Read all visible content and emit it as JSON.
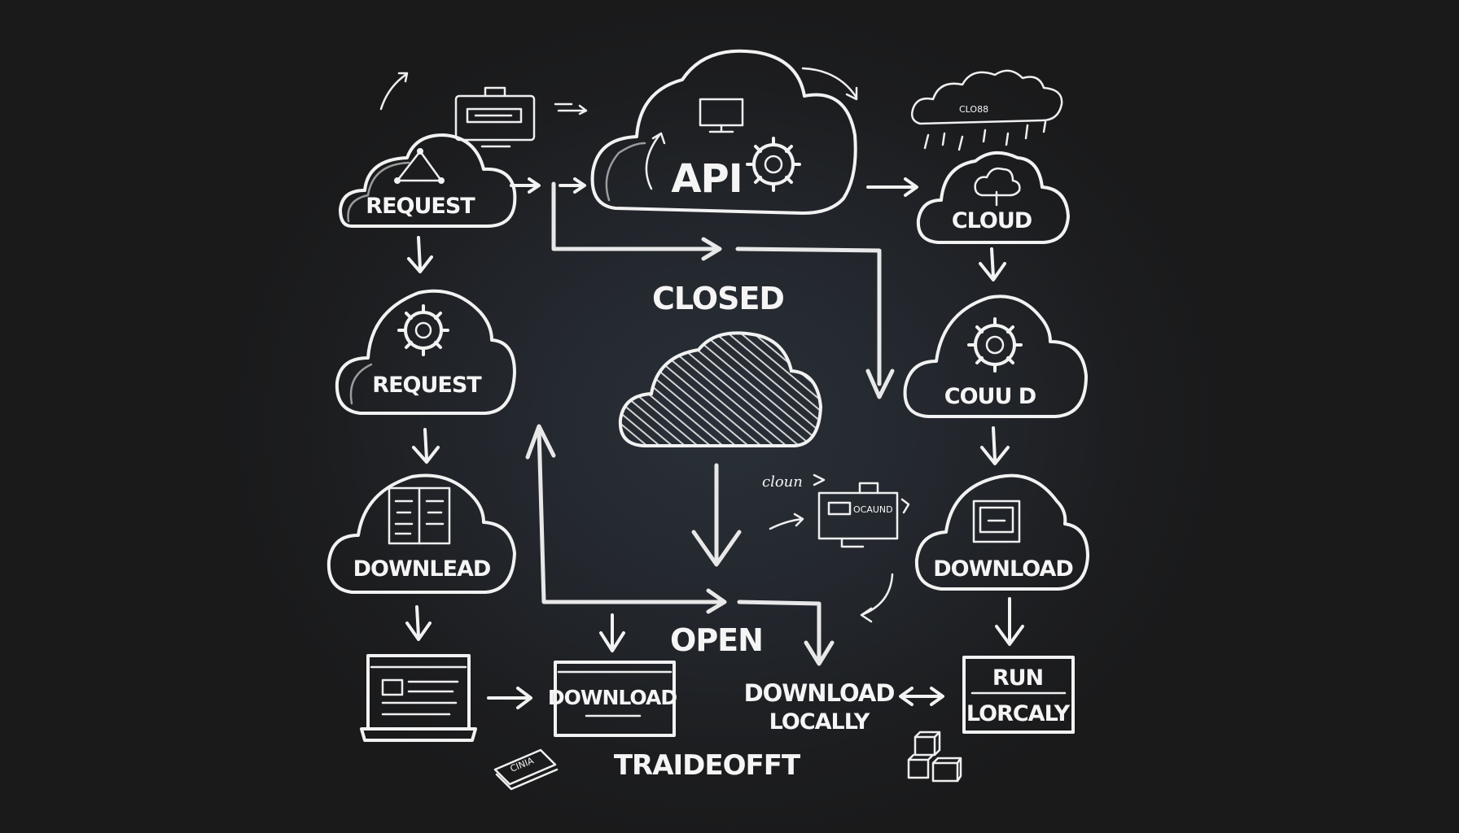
{
  "nodes": {
    "request_top": "REQUEST",
    "api": "API",
    "cloud_top": "CLOUD",
    "cloud_small_label": "CLO88",
    "request_mid": "REQUEST",
    "closed": "CLOSED",
    "cloud_mid": "COUU D",
    "download_left": "DOWNLEAD",
    "cloun": "cloun",
    "ocaund": "OCAUND",
    "download_right": "DOWNLOAD",
    "open": "OPEN",
    "download_box": "DOWNLOAD",
    "download_locally_1": "DOWNLOAD",
    "download_locally_2": "LOCALLY",
    "run_1": "RUN",
    "run_2": "LORCALY",
    "tradeoff": "TRAIDEOFFT",
    "chip": "CINIA"
  },
  "colors": {
    "chalk": "#f2f2f2",
    "board": "#23272d"
  }
}
